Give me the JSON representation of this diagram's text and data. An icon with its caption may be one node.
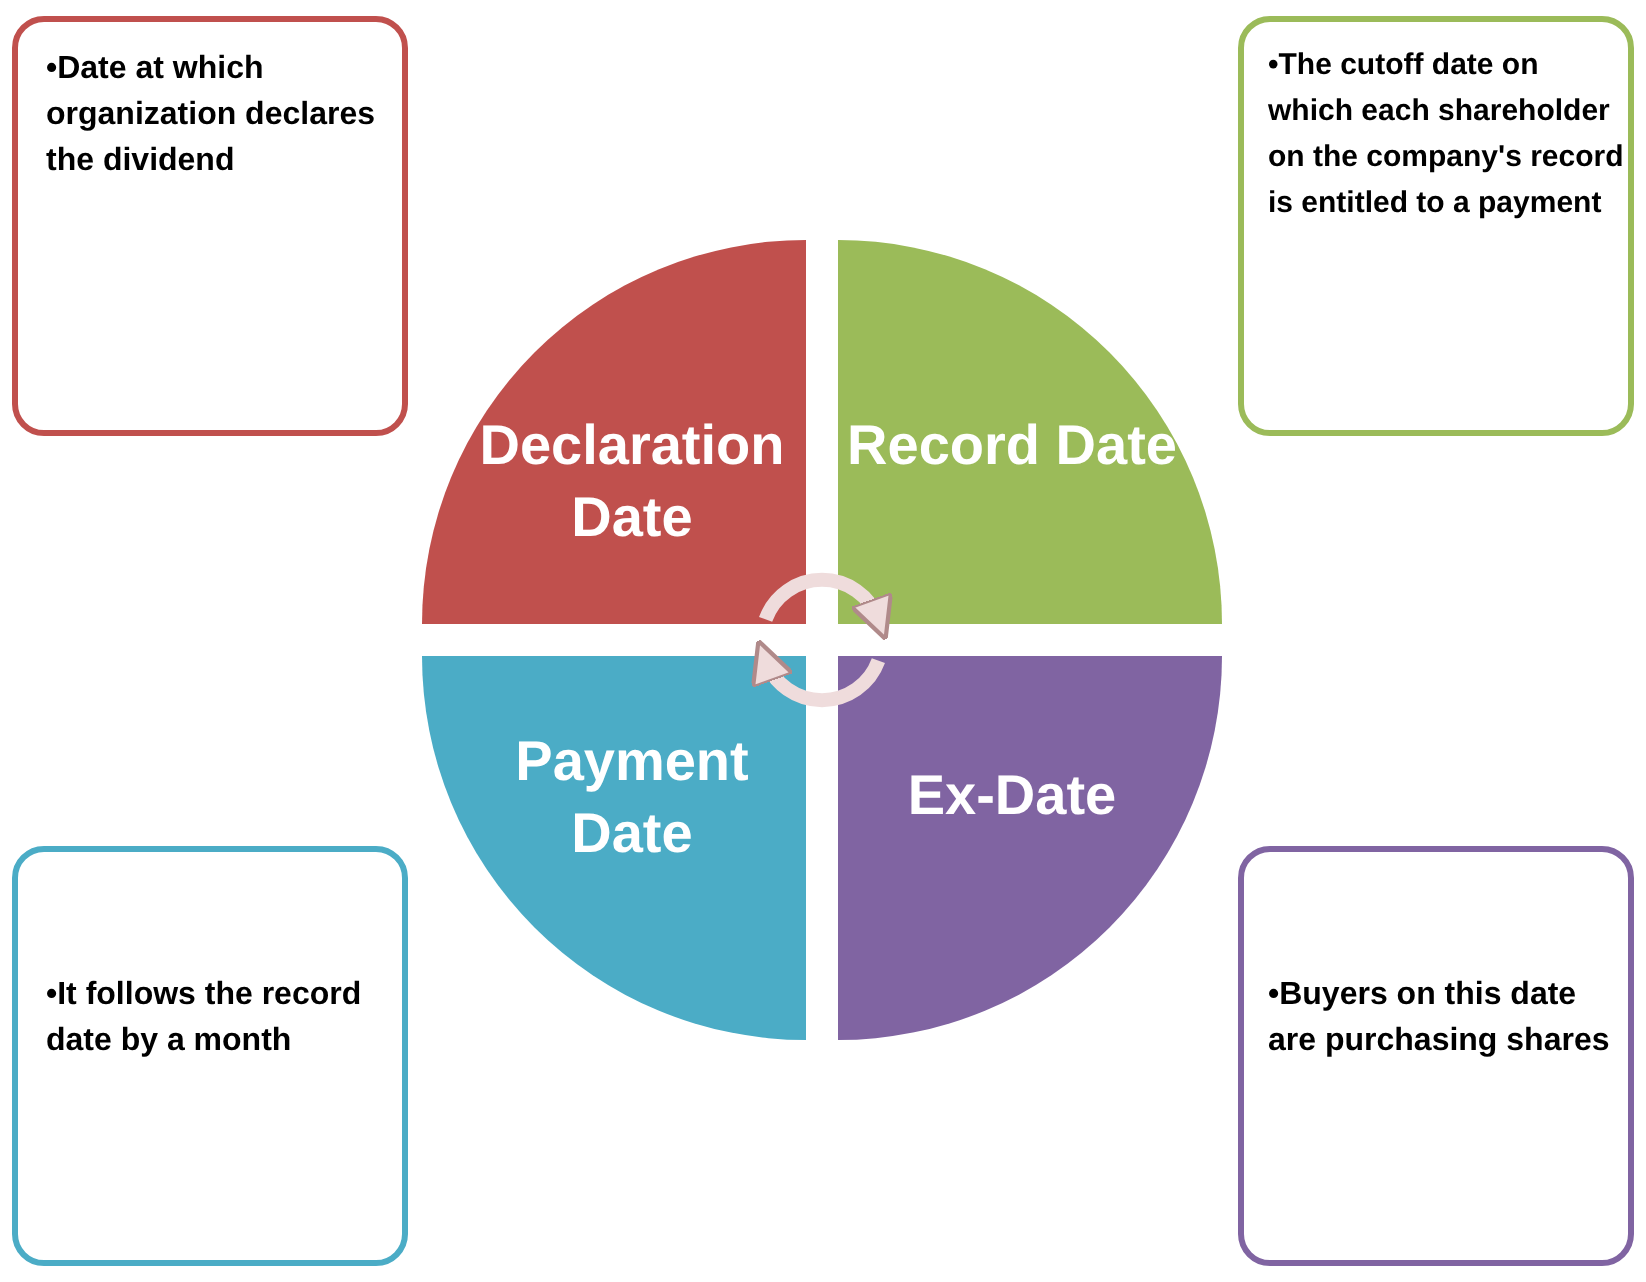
{
  "diagram": {
    "nodes": [
      {
        "text": [
          "•Date at which organization declares the dividend"
        ]
      },
      {
        "text": [
          "•The cutoff date on which each shareholder on the company's record is entitled to a payment"
        ]
      },
      {
        "text": [
          "Declaration Date"
        ]
      },
      {
        "text": [
          "Record Date"
        ]
      },
      {
        "text": [
          "Payment Date"
        ]
      },
      {
        "text": [
          "Ex-Date"
        ]
      },
      {
        "text": [
          "•It follows the record date by a month"
        ]
      },
      {
        "text": [
          "•Buyers on this date are purchasing shares"
        ]
      }
    ],
    "edges": [
      {
        "from": 2,
        "to": 3,
        "arrow": "to"
      },
      {
        "from": 5,
        "to": 4,
        "arrow": "to"
      }
    ]
  }
}
